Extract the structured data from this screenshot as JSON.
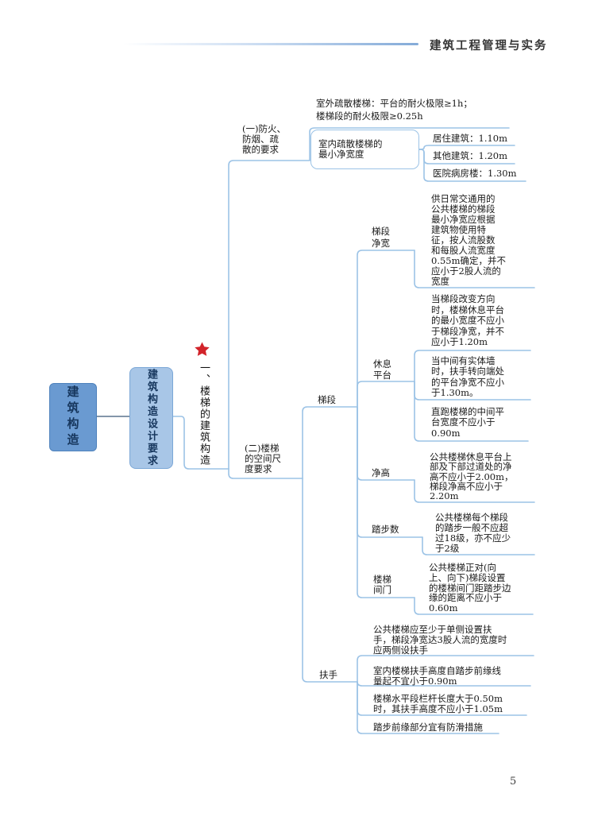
{
  "header": {
    "title": "建筑工程管理与实务"
  },
  "page": {
    "number": "5"
  },
  "map": {
    "root": {
      "label": "建筑构造"
    },
    "design_req": {
      "label": "建筑构造设计要求"
    },
    "topic": {
      "label": "一、楼梯的建筑构造",
      "star_color": "#d2232a"
    },
    "fire": {
      "label": "(一)防火、\n防烟、疏\n散的要求",
      "outdoor": "室外疏散楼梯：平台的耐火极限≥1h；\n楼梯段的耐火极限≥0.25h",
      "indoor": {
        "label": "室内疏散楼梯的\n最小净宽度",
        "items": [
          "居住建筑：1.10m",
          "其他建筑：1.20m",
          "医院病房楼：1.30m"
        ]
      }
    },
    "space": {
      "label": "(二)楼梯\n的空间尺\n度要求",
      "flight": {
        "label": "梯段",
        "clear_width": {
          "label": "梯段\n净宽",
          "note": "供日常交通用的\n公共楼梯的梯段\n最小净宽应根据\n建筑物使用特\n征，按人流股数\n和每股人流宽度\n0.55m确定，并不\n应小于2股人流的\n宽度"
        },
        "landing": {
          "label": "休息\n平台",
          "notes": [
            "当梯段改变方向\n时，楼梯休息平台\n的最小宽度不应小\n于梯段净宽，并不\n应小于1.20m",
            "当中间有实体墙\n时，扶手转向端处\n的平台净宽不应小\n于1.30m。",
            "直跑楼梯的中间平\n台宽度不应小于\n0.90m"
          ]
        },
        "headroom": {
          "label": "净高",
          "note": "公共楼梯休息平台上\n部及下部过道处的净\n高不应小于2.00m，\n梯段净高不应小于\n2.20m"
        },
        "steps": {
          "label": "踏步数",
          "note": "公共楼梯每个梯段\n的踏步一般不应超\n过18级，亦不应少\n于2级"
        },
        "door": {
          "label": "楼梯\n间门",
          "note": "公共楼梯正对(向\n上、向下)梯段设置\n的楼梯间门距踏步边\n缘的距离不应小于\n0.60m"
        }
      },
      "handrail": {
        "label": "扶手",
        "notes": [
          "公共楼梯应至少于单侧设置扶\n手，梯段净宽达3股人流的宽度时\n应两侧设扶手",
          "室内楼梯扶手高度自踏步前缘线\n量起不宜小于0.90m",
          "楼梯水平段栏杆长度大于0.50m\n时，其扶手高度不应小于1.05m",
          "踏步前缘部分宜有防滑措施"
        ]
      }
    },
    "line_color": "#9cc3e6"
  }
}
